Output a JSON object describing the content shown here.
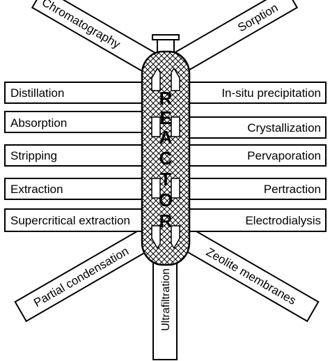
{
  "center": {
    "letters": [
      "R",
      "E",
      "A",
      "C",
      "T",
      "O",
      "R"
    ]
  },
  "left_labels": [
    "Distillation",
    "Absorption",
    "Stripping",
    "Extraction",
    "Supercritical extraction"
  ],
  "right_labels": [
    "In-situ precipitation",
    "Crystallization",
    "Pervaporation",
    "Pertraction",
    "Electrodialysis"
  ],
  "diagonal_labels": {
    "top_left": "Chromatography",
    "top_right": "Sorption",
    "bottom_left": "Partial condensation",
    "bottom_right": "Zeolite membranes",
    "bottom": "Ultrafiltration"
  },
  "colors": {
    "stroke": "#000000",
    "fill": "#ffffff",
    "hatch": "#000000"
  }
}
